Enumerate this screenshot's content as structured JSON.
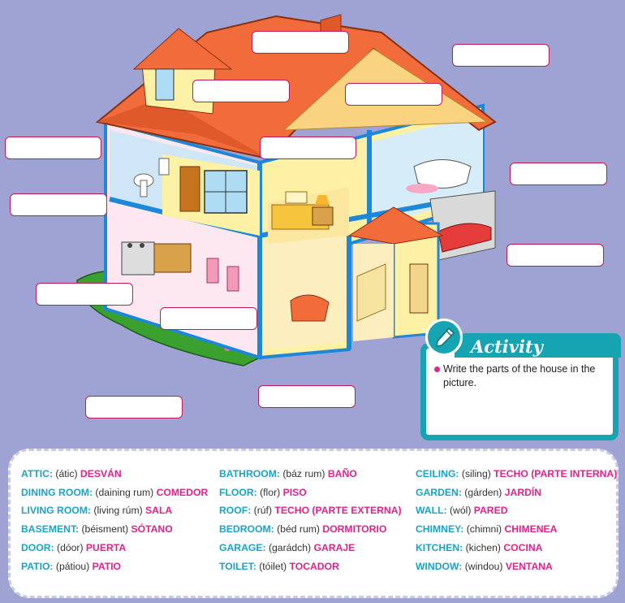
{
  "activity": {
    "title": "Activity",
    "instruction": "Write the parts of the house in the picture."
  },
  "colors": {
    "background": "#9ea3d4",
    "accent_teal": "#16a3b2",
    "accent_pink": "#e0238a",
    "english_blue": "#1aa3c6",
    "roof": "#f26b3a",
    "wall": "#fdf1a6",
    "frame": "#1e88d8"
  },
  "icons": [
    "pencil-icon"
  ],
  "vocabulary": {
    "columns": [
      [
        {
          "en": "ATTIC:",
          "pr": "(átic)",
          "es": "DESVÁN"
        },
        {
          "en": "DINING ROOM:",
          "pr": "(daining rum)",
          "es": "COMEDOR"
        },
        {
          "en": "LIVING ROOM:",
          "pr": "(living rúm)",
          "es": "SALA"
        },
        {
          "en": "BASEMENT:",
          "pr": "(béisment)",
          "es": "SÓTANO"
        },
        {
          "en": "DOOR:",
          "pr": "(dóor)",
          "es": "PUERTA"
        },
        {
          "en": "PATIO:",
          "pr": "(pátiou)",
          "es": "PATIO"
        }
      ],
      [
        {
          "en": "BATHROOM:",
          "pr": "(báz rum)",
          "es": "BAÑO"
        },
        {
          "en": "FLOOR:",
          "pr": "(flor)",
          "es": "PISO"
        },
        {
          "en": "ROOF:",
          "pr": "(rúf)",
          "es": "TECHO (PARTE EXTERNA)"
        },
        {
          "en": "BEDROOM:",
          "pr": "(béd rum)",
          "es": "DORMITORIO"
        },
        {
          "en": "GARAGE:",
          "pr": "(garádch)",
          "es": "GARAJE"
        },
        {
          "en": "TOILET:",
          "pr": "(tóilet)",
          "es": "TOCADOR"
        }
      ],
      [
        {
          "en": "CEILING:",
          "pr": "(siling)",
          "es": "TECHO (PARTE INTERNA)"
        },
        {
          "en": "GARDEN:",
          "pr": "(gárden)",
          "es": "JARDÍN"
        },
        {
          "en": "WALL:",
          "pr": "(wól)",
          "es": "PARED"
        },
        {
          "en": "CHIMNEY:",
          "pr": "(chimni)",
          "es": "CHIMENEA"
        },
        {
          "en": "KITCHEN:",
          "pr": "(kichen)",
          "es": "COCINA"
        },
        {
          "en": "WINDOW:",
          "pr": "(windou)",
          "es": "VENTANA"
        }
      ]
    ]
  }
}
